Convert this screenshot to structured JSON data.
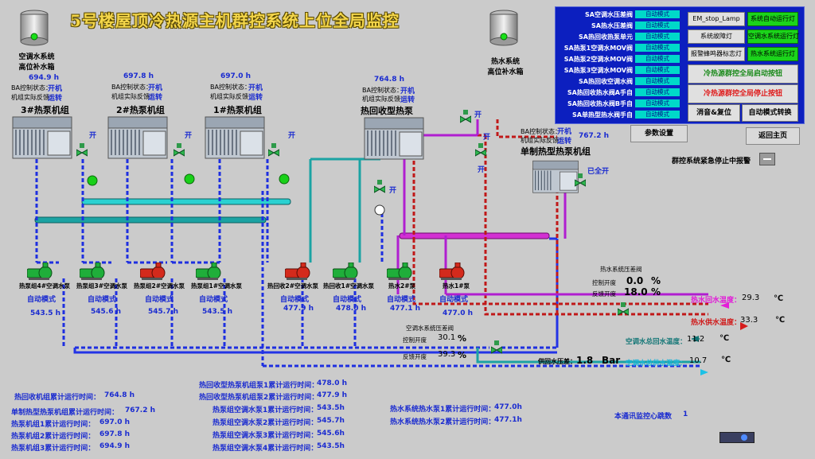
{
  "title": "5号楼屋顶冷热源主机群控系统上位全局监控",
  "tanks": {
    "left": {
      "line1": "空调水系统",
      "line2": "高位补水箱"
    },
    "right": {
      "line1": "热水系统",
      "line2": "高位补水箱"
    }
  },
  "units": [
    {
      "name": "3#热泵机组",
      "hours": "694.9 h",
      "ctrl_label": "BA控制状态：",
      "ctrl_value": "开机",
      "fb_label": "机组实际反馈：",
      "fb_value": "运转",
      "valve": "开"
    },
    {
      "name": "2#热泵机组",
      "hours": "697.8 h",
      "ctrl_label": "BA控制状态：",
      "ctrl_value": "开机",
      "fb_label": "机组实际反馈：",
      "fb_value": "运转",
      "valve": "开"
    },
    {
      "name": "1#热泵机组",
      "hours": "697.0 h",
      "ctrl_label": "BA控制状态：",
      "ctrl_value": "开机",
      "fb_label": "机组实际反馈：",
      "fb_value": "运转",
      "valve": "开"
    },
    {
      "name": "热回收型热泵",
      "hours": "764.8 h",
      "ctrl_label": "BA控制状态：",
      "ctrl_value": "开机",
      "fb_label": "机组实际反馈：",
      "fb_value": "运转",
      "valve": "开"
    },
    {
      "name": "单制热型热泵机组",
      "hours": "767.2 h",
      "ctrl_label": "BA控制状态：",
      "ctrl_value": "开机",
      "fb_label": "机组实际反馈：",
      "fb_value": "运转",
      "valve": "已全开"
    }
  ],
  "valve_open": "开",
  "pumps": [
    {
      "name": "热泵组4#空调水泵",
      "mode": "自动模式",
      "hours": "543.5 h",
      "color": "#1fae3a"
    },
    {
      "name": "热泵组3#空调水泵",
      "mode": "自动模式",
      "hours": "545.6 h",
      "color": "#1fae3a"
    },
    {
      "name": "热泵组2#空调水泵",
      "mode": "自动模式",
      "hours": "545.7 h",
      "color": "#d42a1c"
    },
    {
      "name": "热泵组1#空调水泵",
      "mode": "自动模式",
      "hours": "543.5 h",
      "color": "#1fae3a"
    },
    {
      "name": "热回收2#空调水泵",
      "mode": "自动模式",
      "hours": "477.9 h",
      "color": "#d42a1c"
    },
    {
      "name": "热回收1#空调水泵",
      "mode": "自动模式",
      "hours": "478.0 h",
      "color": "#1fae3a"
    },
    {
      "name": "热水2#泵",
      "mode": "自动模式",
      "hours": "477.1 h",
      "color": "#1fae3a"
    },
    {
      "name": "热水1#泵",
      "mode": "自动模式",
      "hours": "477.0 h",
      "color": "#d42a1c"
    }
  ],
  "panel": {
    "rows": [
      {
        "label": "SA空调水压差阀",
        "value": "自动模式"
      },
      {
        "label": "SA热水压差阀",
        "value": "自动模式"
      },
      {
        "label": "SA热回收热泵单元",
        "value": "自动模式"
      },
      {
        "label": "SA热泵1空调水MOV阀",
        "value": "自动模式"
      },
      {
        "label": "SA热泵2空调水MOV阀",
        "value": "自动模式"
      },
      {
        "label": "SA热泵3空调水MOV阀",
        "value": "自动模式"
      },
      {
        "label": "SA热回收空调水阀",
        "value": "自动模式"
      },
      {
        "label": "SA热回收热水阀A手自",
        "value": "自动模式"
      },
      {
        "label": "SA热回收热水阀B手自",
        "value": "自动模式"
      },
      {
        "label": "SA单热型热水阀手自",
        "value": "自动模式"
      }
    ],
    "em_stop": "EM_stop_Lamp",
    "sys_auto": "系统自动运行灯",
    "fault": "系统故障灯",
    "ac_run": "空调水系统运行灯",
    "alarm": "报警蜂鸣器标志灯",
    "hw_run": "热水系统运行灯",
    "start": "冷热源群控全局启动按钮",
    "stop": "冷热源群控全局停止按钮",
    "reset": "消音&复位",
    "auto_switch": "自动模式转换"
  },
  "buttons": {
    "params": "参数设置",
    "home": "返回主页"
  },
  "emergency_label": "群控系统紧急停止中报警",
  "hw_diff": {
    "title": "热水系统压差阀",
    "ctrl_label": "控制开度",
    "ctrl_value": "0.0",
    "ctrl_unit": "%",
    "fb_label": "反馈开度",
    "fb_value": "18.0",
    "fb_unit": "%"
  },
  "ac_diff": {
    "title": "空调水系统压差阀",
    "ctrl_label": "控制开度",
    "ctrl_value": "30.1",
    "ctrl_unit": "%",
    "fb_label": "反馈开度",
    "fb_value": "39.3",
    "fb_unit": "%"
  },
  "temps": {
    "hw_return": {
      "label": "热水回水温度：",
      "value": "29.3",
      "unit": "℃"
    },
    "hw_supply": {
      "label": "热水供水温度：",
      "value": "33.3",
      "unit": "℃"
    },
    "ac_return": {
      "label": "空调水总回水温度：",
      "value": "11.2",
      "unit": "℃"
    },
    "ac_supply": {
      "label": "空调水总供水温度：",
      "value": "10.7",
      "unit": "℃"
    }
  },
  "pressure": {
    "label": "供回水压差：",
    "value": "1.8",
    "unit": "Bar"
  },
  "runtimes_left": [
    {
      "label": "热回收机组累计运行时间：",
      "value": "764.8 h"
    },
    {
      "label": "单制热型热泵机组累计运行时间：",
      "value": "767.2 h"
    },
    {
      "label": "热泵机组1累计运行时间：",
      "value": "697.0 h"
    },
    {
      "label": "热泵机组2累计运行时间：",
      "value": "697.8 h"
    },
    {
      "label": "热泵机组3累计运行时间：",
      "value": "694.9 h"
    }
  ],
  "runtimes_mid": [
    {
      "label": "热回收型热泵机组泵1累计运行时间：",
      "value": "478.0 h"
    },
    {
      "label": "热回收型热泵机组泵2累计运行时间：",
      "value": "477.9 h"
    },
    {
      "label": "热泵组空调水泵1累计运行时间：",
      "value": "543.5h"
    },
    {
      "label": "热泵组空调水泵2累计运行时间：",
      "value": "545.7h"
    },
    {
      "label": "热泵组空调水泵3累计运行时间：",
      "value": "545.6h"
    },
    {
      "label": "热泵组空调水泵4累计运行时间：",
      "value": "543.5h"
    }
  ],
  "runtimes_right": [
    {
      "label": "热水系统热水泵1累计运行时间：",
      "value": "477.0h"
    },
    {
      "label": "热水系统热水泵2累计运行时间：",
      "value": "477.1h"
    }
  ],
  "comm": {
    "label": "本通讯监控心跳数",
    "value": "1"
  }
}
